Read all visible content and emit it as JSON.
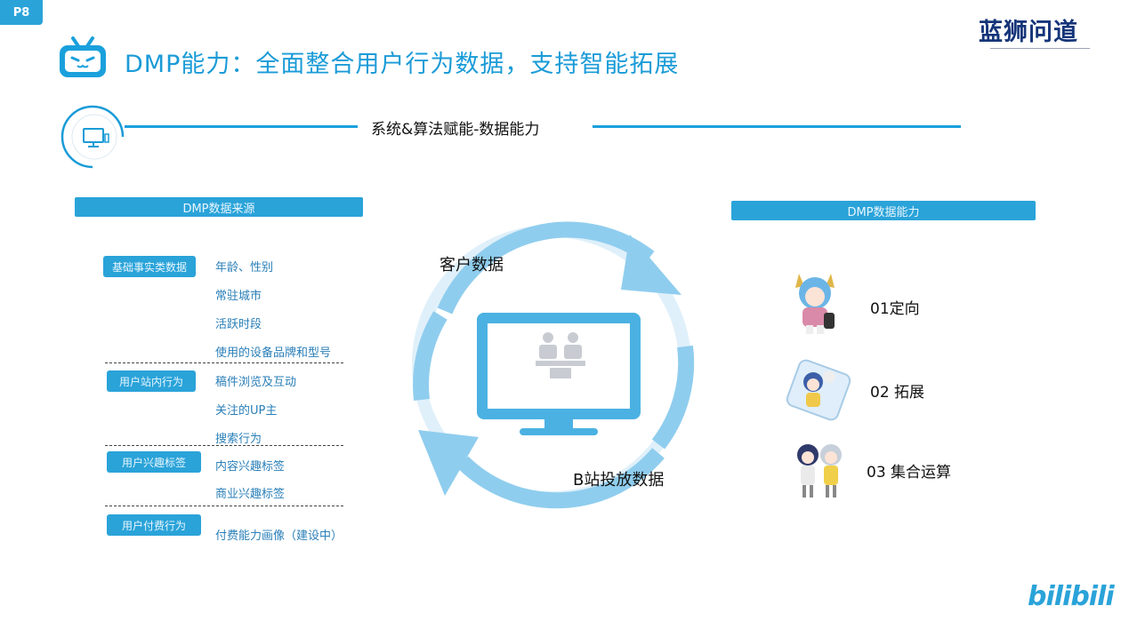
{
  "page_badge": "P8",
  "title": "DMP能力：全面整合用户行为数据，支持智能拓展",
  "brand": "蓝狮问道",
  "section_title": "系统&算法赋能-数据能力",
  "left_header": "DMP数据来源",
  "right_header": "DMP数据能力",
  "groups": [
    {
      "tag": "基础事实类数据",
      "items": [
        "年龄、性别",
        "常驻城市",
        "活跃时段",
        "使用的设备品牌和型号"
      ]
    },
    {
      "tag": "用户站内行为",
      "items": [
        "稿件浏览及互动",
        "关注的UP主",
        "搜索行为"
      ]
    },
    {
      "tag": "用户兴趣标签",
      "items": [
        "内容兴趣标签",
        "商业兴趣标签"
      ]
    },
    {
      "tag": "用户付费行为",
      "items": [
        "付费能力画像（建设中）"
      ]
    }
  ],
  "cycle": {
    "top_label": "客户数据",
    "bottom_label": "B站投放数据"
  },
  "capabilities": [
    "01定向",
    "02 拓展",
    "03 集合运算"
  ],
  "footer_logo": "bilibili",
  "colors": {
    "accent": "#2aa3d9",
    "arrow": "#8fcdee",
    "brand": "#15357a"
  }
}
